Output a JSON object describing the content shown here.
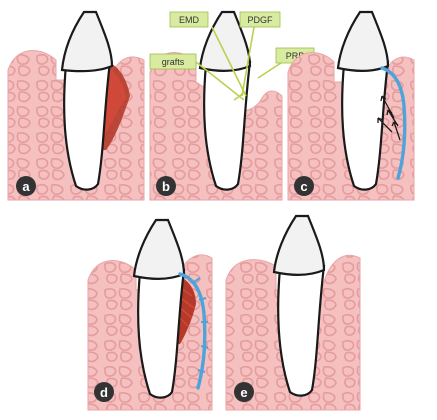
{
  "colors": {
    "gum": "#f4c0c0",
    "gum_dark": "#eaa6a6",
    "bone_pattern": "#e69c9c",
    "outline": "#1a1a1a",
    "enamel": "#f2f2f2",
    "root": "#ffffff",
    "defect": "#b53a2a",
    "clot": "#d94a3a",
    "membrane": "#4ea3db",
    "callout_bg": "#d8eba0",
    "callout_border": "#9fbf4a",
    "callout_line": "#b9d24d",
    "badge_bg": "#333333",
    "badge_text": "#ffffff"
  },
  "panels": [
    {
      "id": "a",
      "label": "a"
    },
    {
      "id": "b",
      "label": "b"
    },
    {
      "id": "c",
      "label": "c"
    },
    {
      "id": "d",
      "label": "d"
    },
    {
      "id": "e",
      "label": "e"
    }
  ],
  "callouts": {
    "emd": "EMD",
    "pdgf": "PDGF",
    "grafts": "grafts",
    "prp": "PRP"
  }
}
